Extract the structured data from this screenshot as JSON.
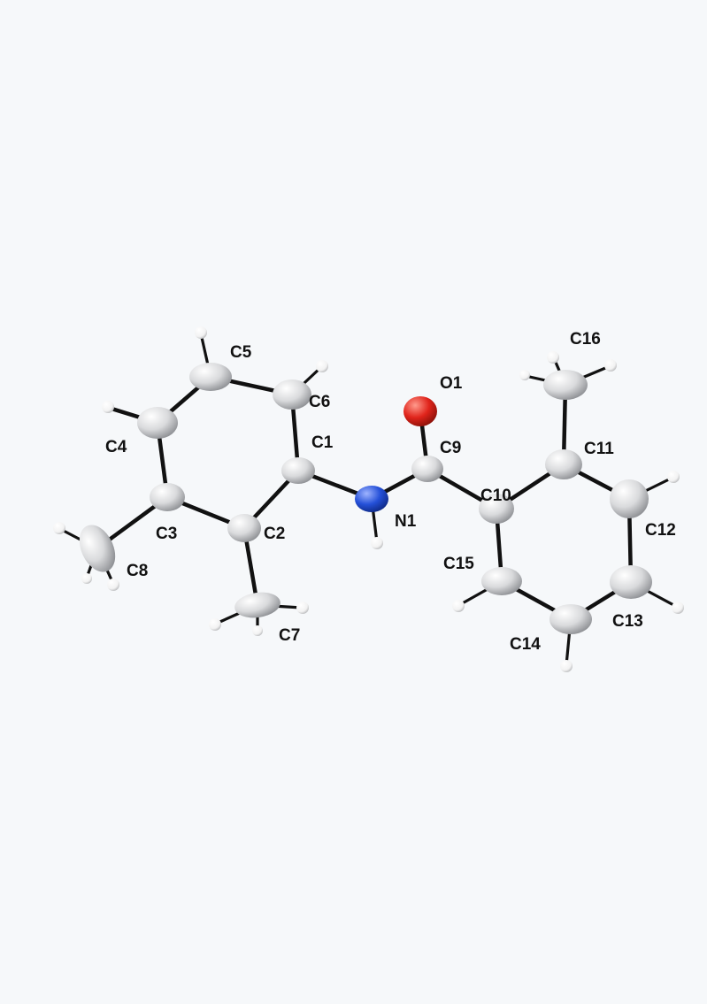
{
  "diagram": {
    "type": "ORTEP molecular structure",
    "colors": {
      "background": "#f6f8fa",
      "carbon": "#d9dadc",
      "hydrogen": "#f2f2f2",
      "nitrogen": "#2450d8",
      "oxygen": "#e0241b",
      "bond": "#111111",
      "label": "#111111"
    },
    "atoms": [
      {
        "id": "C1",
        "element": "C",
        "label": "C1"
      },
      {
        "id": "C2",
        "element": "C",
        "label": "C2"
      },
      {
        "id": "C3",
        "element": "C",
        "label": "C3"
      },
      {
        "id": "C4",
        "element": "C",
        "label": "C4"
      },
      {
        "id": "C5",
        "element": "C",
        "label": "C5"
      },
      {
        "id": "C6",
        "element": "C",
        "label": "C6"
      },
      {
        "id": "C7",
        "element": "C",
        "label": "C7"
      },
      {
        "id": "C8",
        "element": "C",
        "label": "C8"
      },
      {
        "id": "C9",
        "element": "C",
        "label": "C9"
      },
      {
        "id": "C10",
        "element": "C",
        "label": "C10"
      },
      {
        "id": "C11",
        "element": "C",
        "label": "C11"
      },
      {
        "id": "C12",
        "element": "C",
        "label": "C12"
      },
      {
        "id": "C13",
        "element": "C",
        "label": "C13"
      },
      {
        "id": "C14",
        "element": "C",
        "label": "C14"
      },
      {
        "id": "C15",
        "element": "C",
        "label": "C15"
      },
      {
        "id": "C16",
        "element": "C",
        "label": "C16"
      },
      {
        "id": "N1",
        "element": "N",
        "label": "N1"
      },
      {
        "id": "O1",
        "element": "O",
        "label": "O1"
      }
    ],
    "bonds": [
      [
        "C1",
        "C2"
      ],
      [
        "C2",
        "C3"
      ],
      [
        "C3",
        "C4"
      ],
      [
        "C4",
        "C5"
      ],
      [
        "C5",
        "C6"
      ],
      [
        "C6",
        "C1"
      ],
      [
        "C2",
        "C7"
      ],
      [
        "C3",
        "C8"
      ],
      [
        "C1",
        "N1"
      ],
      [
        "N1",
        "C9"
      ],
      [
        "C9",
        "O1"
      ],
      [
        "C9",
        "C10"
      ],
      [
        "C10",
        "C11"
      ],
      [
        "C11",
        "C12"
      ],
      [
        "C12",
        "C13"
      ],
      [
        "C13",
        "C14"
      ],
      [
        "C14",
        "C15"
      ],
      [
        "C15",
        "C10"
      ],
      [
        "C11",
        "C16"
      ]
    ]
  }
}
